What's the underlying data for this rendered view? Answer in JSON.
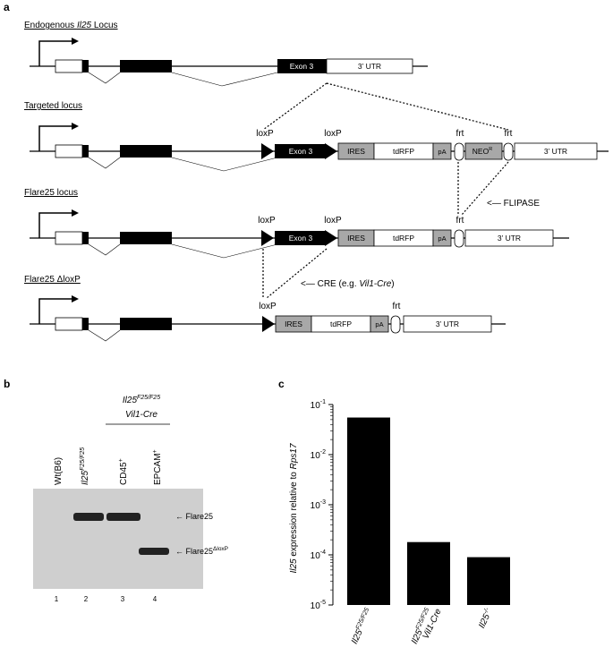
{
  "panel_a": {
    "label": "a",
    "rows": [
      {
        "title_prefix": "Endogenous ",
        "title_gene": "Il25",
        "title_suffix": " Locus",
        "exon3": "Exon 3",
        "utr": "3’ UTR"
      },
      {
        "title": "Targeted locus",
        "loxp_left": "loxP",
        "loxp_right": "loxP",
        "exon3": "Exon 3",
        "ires": "IRES",
        "tdrfp": "tdRFP",
        "pa": "pA",
        "frt_left": "frt",
        "neo": "NEO",
        "neo_sup": "R",
        "frt_right": "frt",
        "utr": "3’ UTR"
      },
      {
        "title": "Flare25 locus",
        "loxp_left": "loxP",
        "loxp_right": "loxP",
        "exon3": "Exon 3",
        "ires": "IRES",
        "tdrfp": "tdRFP",
        "pa": "pA",
        "frt": "frt",
        "utr": "3’ UTR"
      },
      {
        "title": "Flare25 ΔloxP",
        "loxp": "loxP",
        "ires": "IRES",
        "tdrfp": "tdRFP",
        "pa": "pA",
        "frt": "frt",
        "utr": "3’ UTR"
      }
    ],
    "flipase_label": "<— FLIPASE",
    "cre_prefix": "<— CRE (e.g. ",
    "cre_gene": "Vil1-Cre",
    "cre_suffix": ")"
  },
  "panel_b": {
    "label": "b",
    "group_line1_gene": "Il25",
    "group_line1_sup": "F25/F25",
    "group_line2": "Vil1-Cre",
    "lanes": [
      {
        "label": "Wt(B6)",
        "sup": "",
        "italic_part": "",
        "number": "1"
      },
      {
        "label": "",
        "sup": "F25/F25",
        "italic_part": "Il25",
        "number": "2"
      },
      {
        "label": "CD45",
        "sup": "+",
        "italic_part": "",
        "number": "3"
      },
      {
        "label": "EPCAM",
        "sup": "+",
        "italic_part": "",
        "number": "4"
      }
    ],
    "band_flare25": "← Flare25",
    "band_dloxp": "← Flare25",
    "band_dloxp_sup": "ΔloxP"
  },
  "panel_c": {
    "label": "c",
    "ylabel_gene1": "Il25",
    "ylabel_mid": " expression relative to ",
    "ylabel_gene2": "Rps17",
    "ytick_labels": [
      {
        "base": "10",
        "exp": "-1"
      },
      {
        "base": "10",
        "exp": "-2"
      },
      {
        "base": "10",
        "exp": "-3"
      },
      {
        "base": "10",
        "exp": "-4"
      },
      {
        "base": "10",
        "exp": "-5"
      }
    ],
    "xtick_labels": [
      {
        "gene": "Il25",
        "sup": "F25/F25",
        "line2": ""
      },
      {
        "gene": "Il25",
        "sup": "F25/F25",
        "line2": "Vil1-Cre"
      },
      {
        "gene": "Il25",
        "sup": "-/-",
        "line2": ""
      }
    ]
  },
  "chart_data": {
    "type": "bar",
    "categories": [
      "Il25 F25/F25",
      "Il25 F25/F25 Vil1-Cre",
      "Il25 -/-"
    ],
    "values": [
      0.055,
      0.00018,
      9e-05
    ],
    "ylabel": "Il25 expression relative to Rps17",
    "ylim": [
      1e-05,
      0.1
    ],
    "yscale": "log",
    "bar_color": "#000000",
    "grid": false
  }
}
